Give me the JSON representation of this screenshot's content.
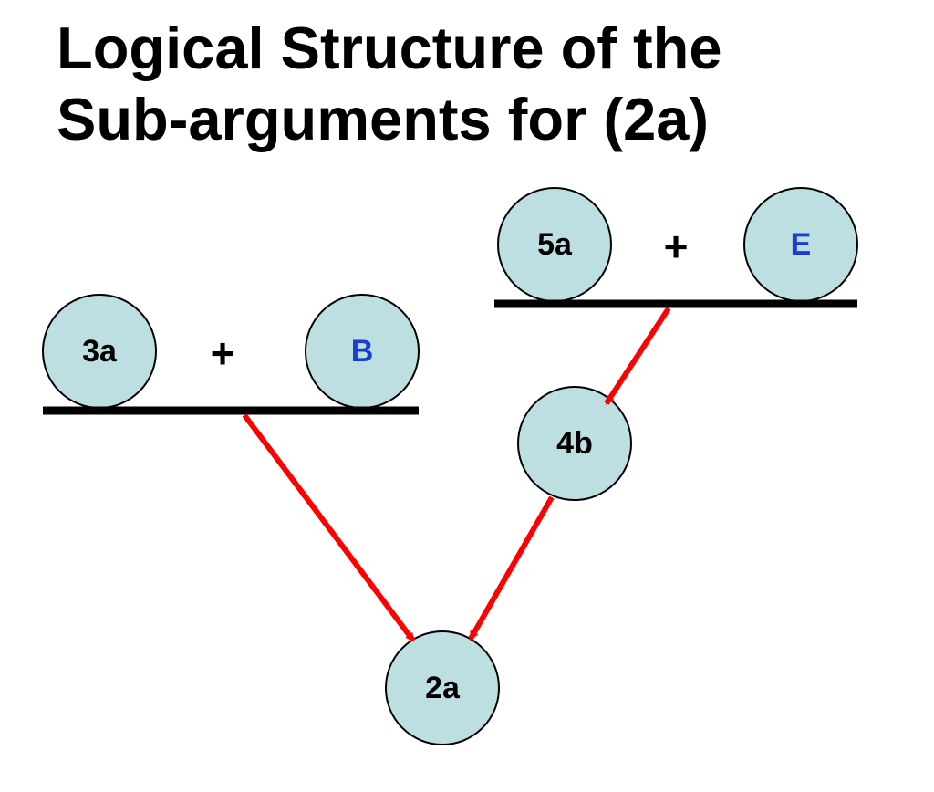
{
  "title": {
    "line1": "Logical Structure of the",
    "line2": "Sub-arguments for (2a)"
  },
  "nodes": {
    "n3a": {
      "label": "3a"
    },
    "nB": {
      "label": "B"
    },
    "n5a": {
      "label": "5a"
    },
    "nE": {
      "label": "E"
    },
    "n4b": {
      "label": "4b"
    },
    "n2a": {
      "label": "2a"
    }
  },
  "operators": {
    "left_plus": "+",
    "right_plus": "+"
  },
  "edges": [
    {
      "from": "3a + B",
      "to": "2a"
    },
    {
      "from": "5a + E",
      "to": "4b"
    },
    {
      "from": "4b",
      "to": "2a"
    }
  ],
  "colors": {
    "node_fill": "#bddfe2",
    "premise_text": "#000000",
    "evidence_text": "#1a3fd0",
    "arrow": "#ff0000",
    "bar": "#000000"
  }
}
